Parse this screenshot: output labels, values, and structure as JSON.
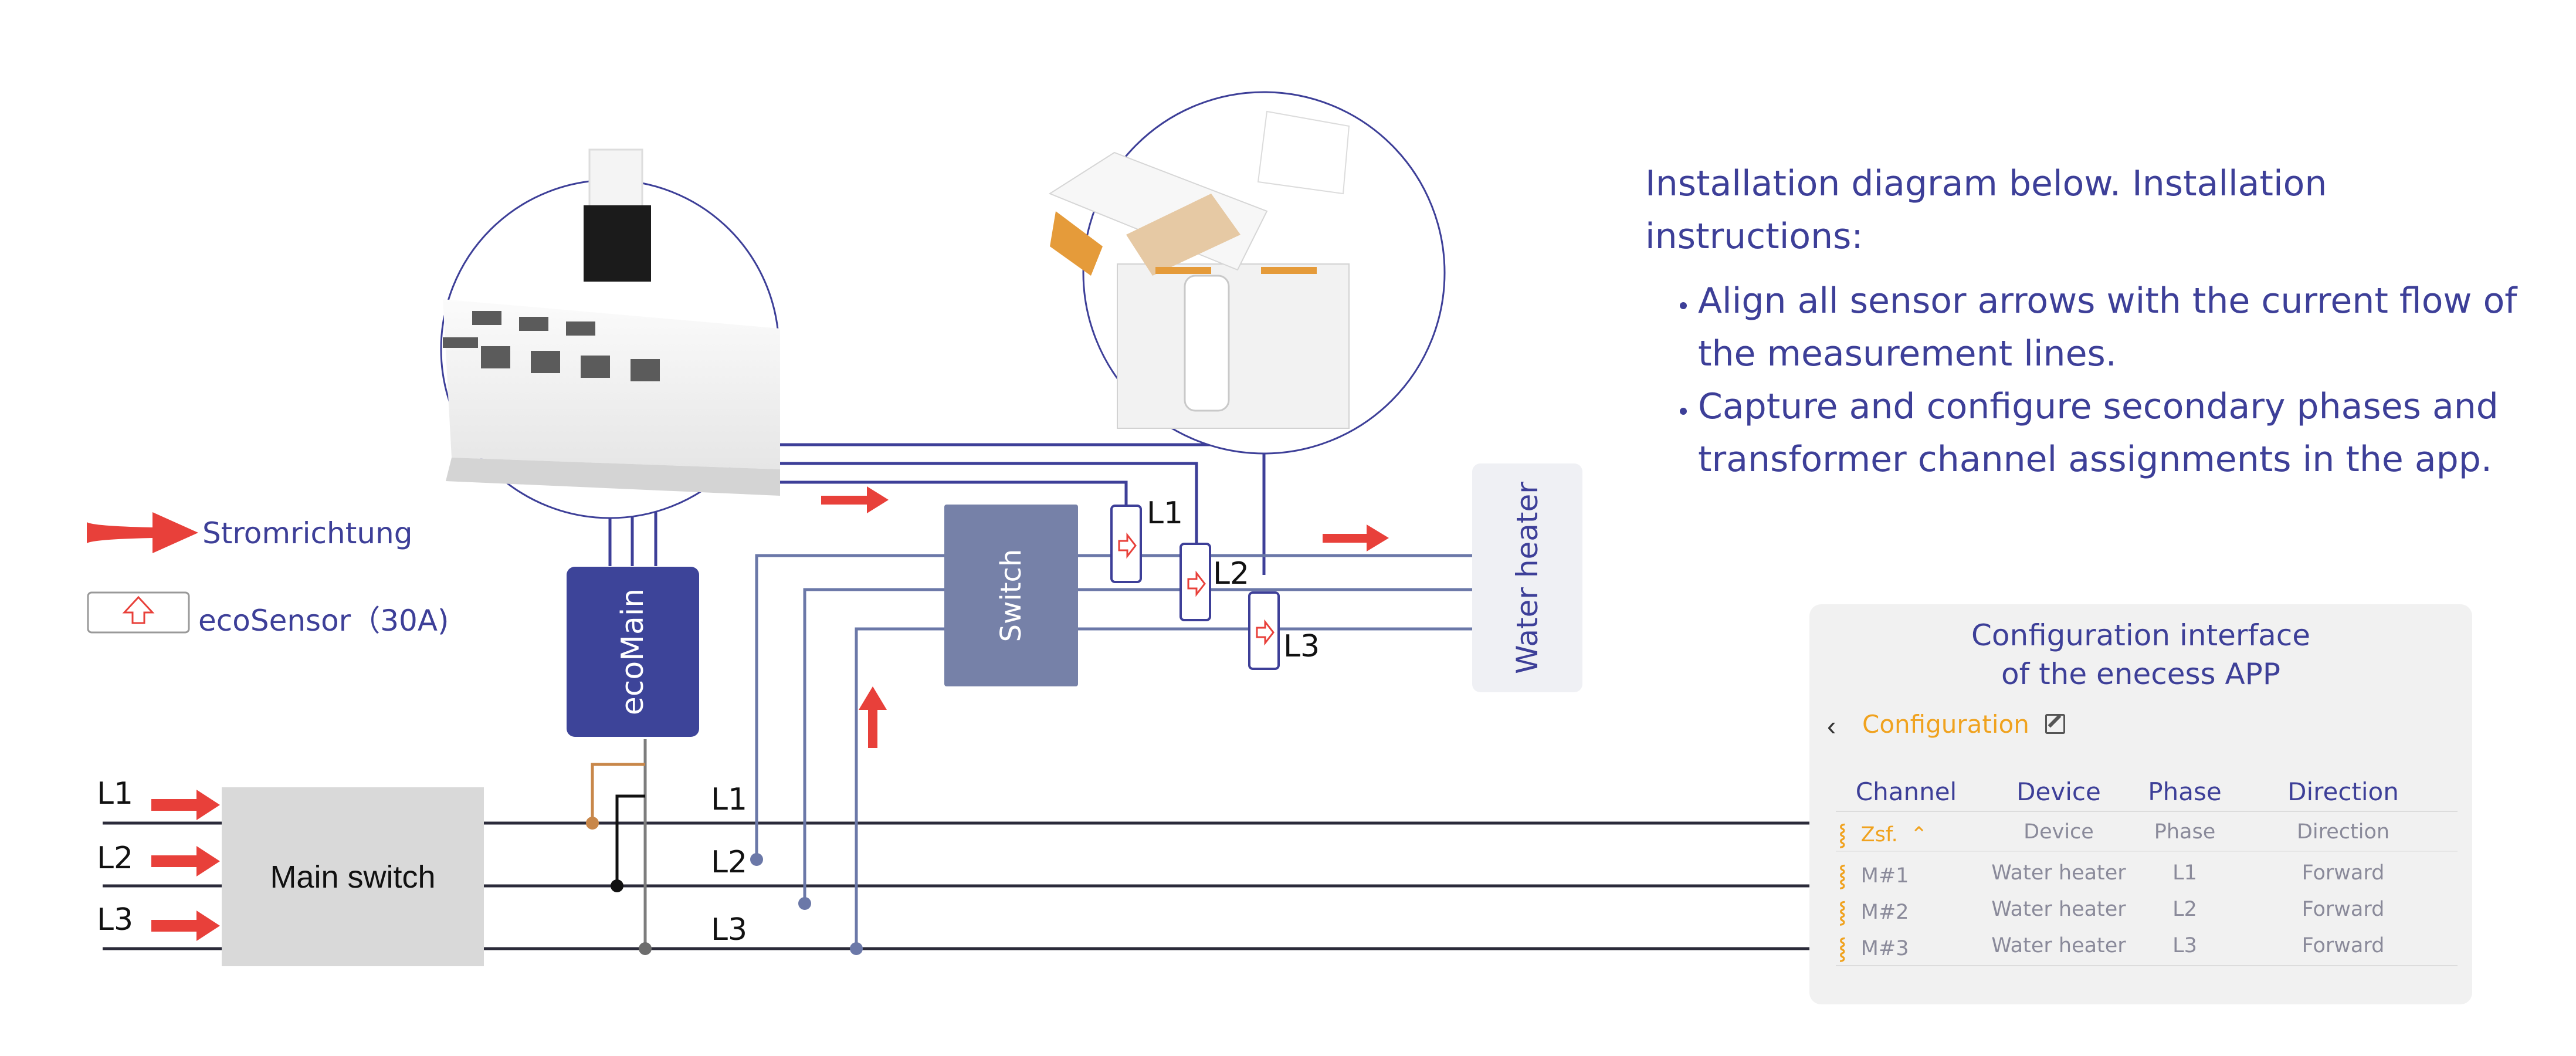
{
  "instructions": {
    "intro": "Installation diagram below. Installation instructions:",
    "bullets": [
      "Align all sensor arrows with the current flow of the measurement lines.",
      "Capture and configure secondary phases and transformer channel assignments in the app."
    ]
  },
  "legend": {
    "flow_label": "Stromrichtung",
    "sensor_label": "ecoSensor（30A)"
  },
  "diagram": {
    "main_switch": "Main switch",
    "ecomain": "ecoMain",
    "switch": "Switch",
    "water_heater": "Water heater",
    "phases": [
      "L1",
      "L2",
      "L3"
    ],
    "colors": {
      "accent": "#3d3f98",
      "arrow": "#e8403a",
      "brown": "#c8874a",
      "switch_fill": "#7681a8",
      "ecomain_fill": "#3d4499",
      "main_switch_fill": "#d9d9d9"
    }
  },
  "config": {
    "title_line1": "Configuration interface",
    "title_line2": "of the enecess APP",
    "back_icon": "chevron-left-icon",
    "header_label": "Configuration",
    "edit_icon": "edit-icon",
    "columns": [
      "Channel",
      "Device",
      "Phase",
      "Direction"
    ],
    "rows": [
      {
        "channel": "Zsf.",
        "device": "Device",
        "phase": "Phase",
        "direction": "Direction"
      },
      {
        "channel": "M#1",
        "device": "Water heater",
        "phase": "L1",
        "direction": "Forward"
      },
      {
        "channel": "M#2",
        "device": "Water heater",
        "phase": "L2",
        "direction": "Forward"
      },
      {
        "channel": "M#3",
        "device": "Water heater",
        "phase": "L3",
        "direction": "Forward"
      }
    ]
  }
}
